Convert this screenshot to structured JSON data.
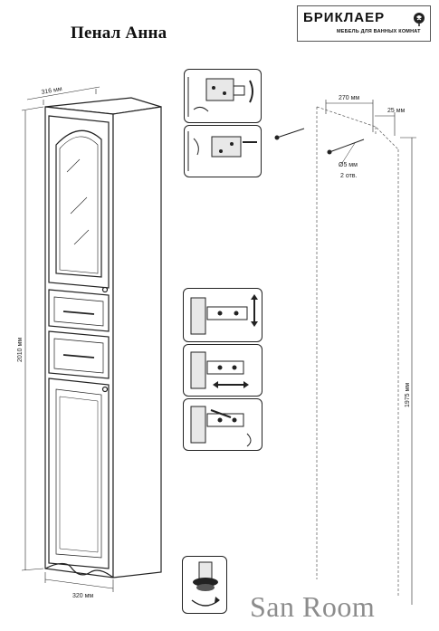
{
  "title": "Пенал Анна",
  "brand": {
    "name": "БРИКЛАЕР",
    "tagline": "МЕБЕЛЬ ДЛЯ ВАННЫХ КОМНАТ"
  },
  "dimensions": {
    "depth": "316 мм",
    "height": "2010 мм",
    "width": "320 мм",
    "hole_spacing": "270 мм",
    "edge_offset": "25 мм",
    "hole_diameter": "Ø5 мм",
    "hole_count": "2 отв.",
    "mount_height": "1975 мм"
  },
  "watermark": "San Room"
}
